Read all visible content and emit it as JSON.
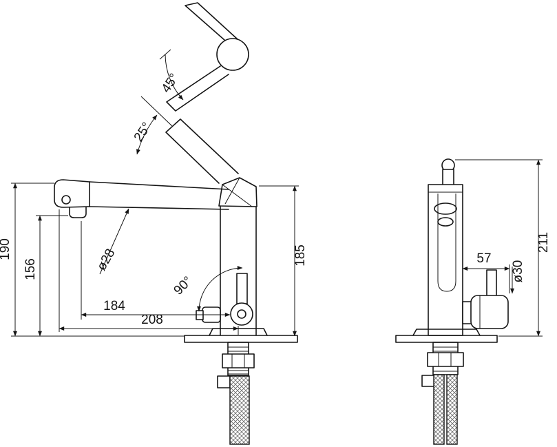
{
  "drawing": {
    "colors": {
      "ink": "#151515",
      "background": "#ffffff"
    },
    "labels": {
      "swivel_angle": "45°",
      "spout_tilt_angle": "25°",
      "spout_height": "190",
      "aerator_height": "156",
      "spout_diameter": "ø28",
      "handle_swing_angle": "90°",
      "aerator_reach": "184",
      "spout_reach": "208",
      "body_height": "185",
      "handle_reach": "57",
      "handle_diameter": "ø30",
      "overall_height": "211"
    }
  }
}
